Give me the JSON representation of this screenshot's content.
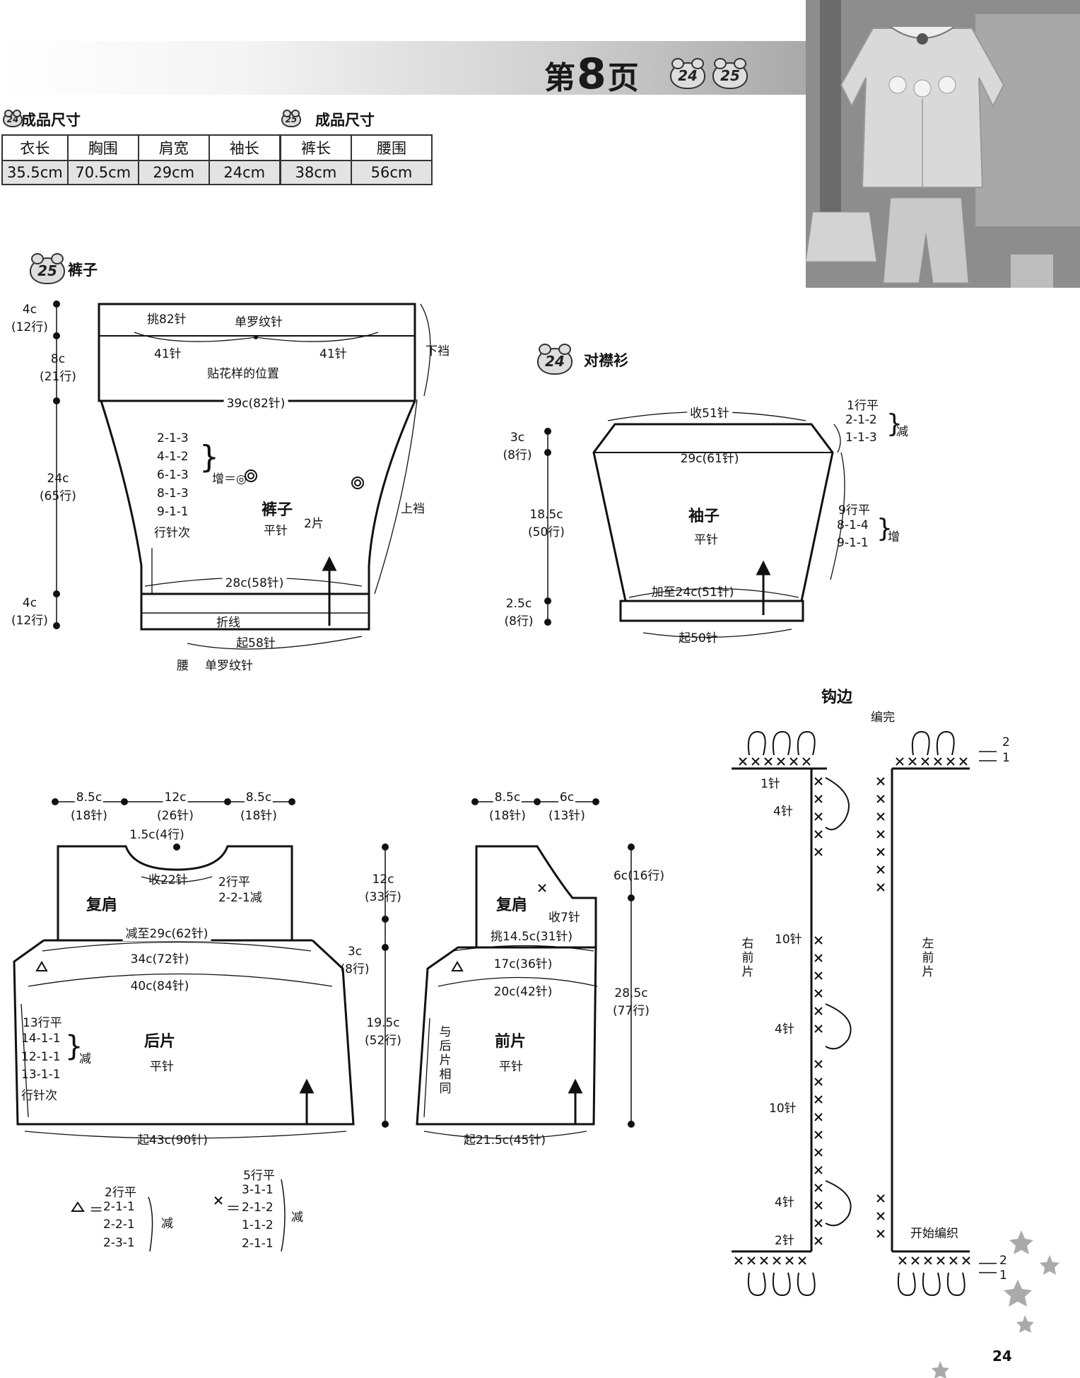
{
  "header": {
    "prefix": "第",
    "page_number": "8",
    "suffix": "页",
    "badge_a": "24",
    "badge_b": "25"
  },
  "size24": {
    "badge": "24",
    "title": "成品尺寸",
    "headers": [
      "衣长",
      "胸围",
      "肩宽",
      "袖长"
    ],
    "values": [
      "35.5cm",
      "70.5cm",
      "29cm",
      "24cm"
    ]
  },
  "size25": {
    "badge": "25",
    "title": "成品尺寸",
    "headers": [
      "裤长",
      "腰围"
    ],
    "values": [
      "38cm",
      "56cm"
    ]
  },
  "pants": {
    "badge": "25",
    "title": "裤子",
    "side_dims": [
      {
        "top": "4c",
        "bottom": "(12行)"
      },
      {
        "top": "8c",
        "bottom": "(21行)"
      },
      {
        "top": "24c",
        "bottom": "(65行)"
      },
      {
        "top": "4c",
        "bottom": "(12行)"
      }
    ],
    "pick": "挑82针",
    "rib": "单罗纹针",
    "left41": "41针",
    "right41": "41针",
    "patch": "贴花样的位置",
    "width": "39c(82针)",
    "inc_rows": [
      "2-1-3",
      "4-1-2",
      "6-1-3",
      "8-1-3",
      "9-1-1",
      "行针次"
    ],
    "inc_label": "增＝◎",
    "piece": "裤子",
    "stitch": "平针",
    "count": "2片",
    "bottom_width": "28c(58针)",
    "fold": "折线",
    "cast_on": "起58针",
    "waist": "腰",
    "waist_rib": "单罗纹针",
    "crotch_down": "下裆",
    "crotch_up": "上裆"
  },
  "sleeve": {
    "badge": "24",
    "title": "对襟衫",
    "top_decrease": "收51针",
    "top_width": "29c(61针)",
    "dec_rows": [
      "1行平",
      "2-1-2",
      "1-1-3"
    ],
    "dec_label": "减",
    "piece": "袖子",
    "stitch": "平针",
    "inc_rows": [
      "9行平",
      "8-1-4",
      "9-1-1"
    ],
    "inc_label": "增",
    "widen": "加至24c(51针)",
    "cast_on": "起50针",
    "side_dims": [
      {
        "top": "3c",
        "bottom": "(8行)"
      },
      {
        "top": "18.5c",
        "bottom": "(50行)"
      },
      {
        "top": "2.5c",
        "bottom": "(8行)"
      }
    ]
  },
  "back": {
    "top_dims": [
      {
        "top": "8.5c",
        "bottom": "(18针)"
      },
      {
        "top": "12c",
        "bottom": "(26针)"
      },
      {
        "top": "8.5c",
        "bottom": "(18针)"
      }
    ],
    "neck_depth": "1.5c(4行)",
    "neck_dec": "收22针",
    "neck_rows": [
      "2行平",
      "2-2-1减"
    ],
    "yoke": "复肩",
    "yoke_width": "减至29c(62针)",
    "width_34": "34c(72针)",
    "width_40": "40c(84针)",
    "dec_rows": [
      "13行平",
      "14-1-1",
      "12-1-1",
      "13-1-1",
      "行针次"
    ],
    "dec_label": "减",
    "piece": "后片",
    "stitch": "平针",
    "cast_on": "起43c(90针)",
    "side_dims": [
      {
        "top": "12c",
        "bottom": "(33行)"
      },
      {
        "top": "3c",
        "bottom": "(8行)"
      },
      {
        "top": "19.5c",
        "bottom": "(52行)"
      }
    ]
  },
  "front": {
    "top_dims": [
      {
        "top": "8.5c",
        "bottom": "(18针)"
      },
      {
        "top": "6c",
        "bottom": "(13针)"
      }
    ],
    "yoke": "复肩",
    "neck_dec": "收7针",
    "pick": "挑14.5c(31针)",
    "width_17": "17c(36针)",
    "width_20": "20c(42针)",
    "same_as_back": "与后片相同",
    "piece": "前片",
    "stitch": "平针",
    "cast_on": "起21.5c(45针)",
    "side_dims": [
      {
        "top": "6c(16行)",
        "bottom": ""
      },
      {
        "top": "28.5c",
        "bottom": "(77行)"
      }
    ]
  },
  "legend": {
    "tri_rows": [
      "2行平",
      "2-1-1",
      "2-2-1",
      "2-3-1"
    ],
    "tri_label": "减",
    "x_rows": [
      "5行平",
      "3-1-1",
      "2-1-2",
      "1-1-2",
      "2-1-1"
    ],
    "x_label": "减"
  },
  "crochet": {
    "title": "钩边",
    "finish": "编完",
    "start": "开始编织",
    "right_front": "右前片",
    "left_front": "左前片",
    "row_marks": [
      "2",
      "1"
    ],
    "counts": [
      "1针",
      "4针",
      "10针",
      "4针",
      "10针",
      "4针",
      "2针"
    ]
  },
  "footer": {
    "page": "24"
  }
}
